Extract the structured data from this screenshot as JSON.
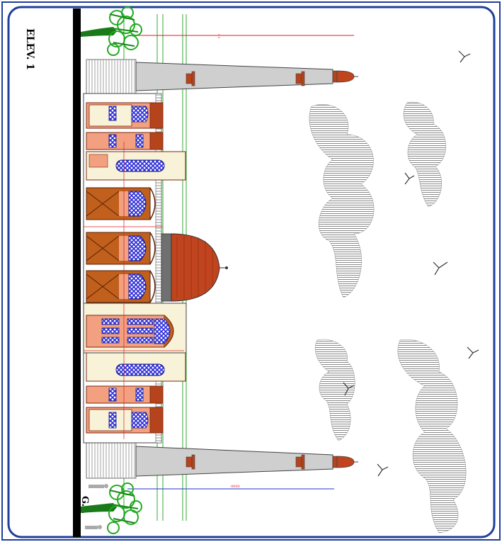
{
  "drawing": {
    "title": "ELEV. 1",
    "ground_label": "G.L",
    "dimension_label": "0000",
    "colors": {
      "border": "#1f3f99",
      "ground_line": "#000000",
      "brick": "#b5431c",
      "dome": "#c0441e",
      "window_glass": "#3030d0",
      "minaret": "#cfcfcf",
      "tree": "#22aa22",
      "cloud": "#8a8a8a",
      "dimension_red": "#dd2222",
      "dimension_blue": "#2233cc",
      "grid_green": "#33aa33"
    }
  }
}
